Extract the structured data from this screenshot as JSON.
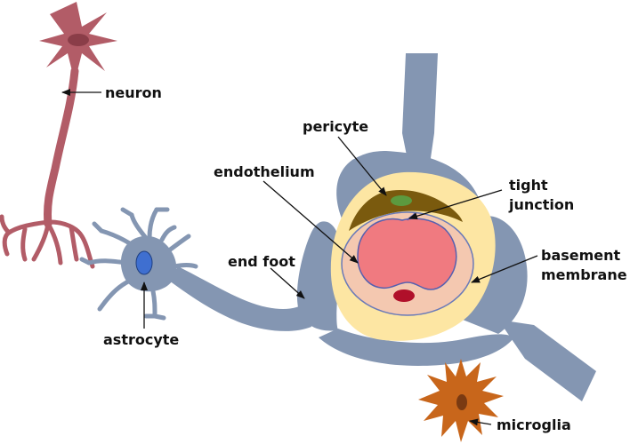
{
  "labels": {
    "neuron": "neuron",
    "pericyte": "pericyte",
    "endothelium": "endothelium",
    "tight_junction_line1": "tight",
    "tight_junction_line2": "junction",
    "end_foot": "end foot",
    "basement_membrane_line1": "basement",
    "basement_membrane_line2": "membrane",
    "astrocyte": "astrocyte",
    "microglia": "microglia"
  },
  "colors": {
    "neuron": "#b25c67",
    "neuron_nucleus": "#8a3d48",
    "astrocyte": "#8496b2",
    "astrocyte_nucleus": "#3f6fd0",
    "end_foot_tissue": "#8496b2",
    "basement_membrane": "#fde6a3",
    "pericyte": "#7a5a0e",
    "pericyte_nucleus": "#5c9a3f",
    "endothelium": "#f4c8b0",
    "lumen": "#f07a80",
    "red_blood_cell": "#b0102a",
    "microglia": "#c8661b",
    "microglia_nucleus": "#7a3a12",
    "text": "#111111"
  }
}
